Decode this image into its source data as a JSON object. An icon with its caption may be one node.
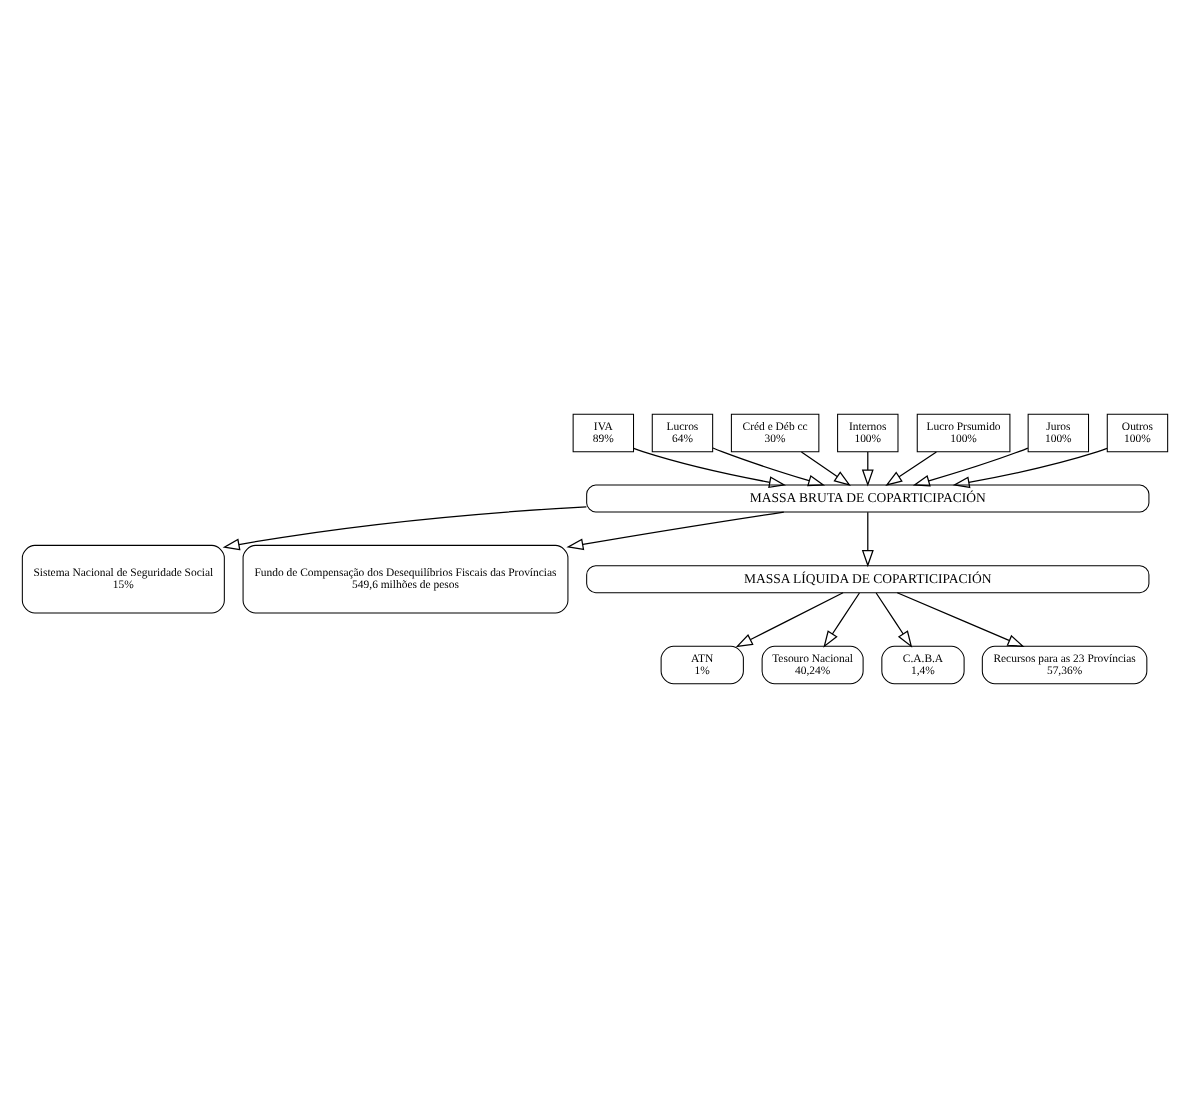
{
  "diagram": {
    "nodes": [
      {
        "text": [
          "IVA",
          "89%"
        ]
      },
      {
        "text": [
          "Lucros",
          "64%"
        ]
      },
      {
        "text": [
          "Créd e Déb cc",
          "30%"
        ]
      },
      {
        "text": [
          "Internos",
          "100%"
        ]
      },
      {
        "text": [
          "Lucro Prsumido",
          "100%"
        ]
      },
      {
        "text": [
          "Juros",
          "100%"
        ]
      },
      {
        "text": [
          "Outros",
          "100%"
        ]
      },
      {
        "text": [
          "MASSA BRUTA DE COPARTICIPACIÓN"
        ]
      },
      {
        "text": [
          "Sistema Nacional de Seguridade Social",
          "15%"
        ]
      },
      {
        "text": [
          "Fundo de Compensação dos Desequilíbrios Fiscais das Províncias",
          "549,6 milhões de pesos"
        ]
      },
      {
        "text": [
          "MASSA LÍQUIDA DE COPARTICIPACIÓN"
        ]
      },
      {
        "text": [
          "ATN",
          "1%"
        ]
      },
      {
        "text": [
          "Tesouro Nacional",
          "40,24%"
        ]
      },
      {
        "text": [
          "C.A.B.A",
          "1,4%"
        ]
      },
      {
        "text": [
          "Recursos para as 23 Províncias",
          "57,36%"
        ]
      }
    ],
    "edges": [
      {
        "from": 0,
        "to": 7,
        "arrow": "to"
      },
      {
        "from": 1,
        "to": 7,
        "arrow": "to"
      },
      {
        "from": 2,
        "to": 7,
        "arrow": "to"
      },
      {
        "from": 3,
        "to": 7,
        "arrow": "to"
      },
      {
        "from": 4,
        "to": 7,
        "arrow": "to"
      },
      {
        "from": 5,
        "to": 7,
        "arrow": "to"
      },
      {
        "from": 6,
        "to": 7,
        "arrow": "to"
      },
      {
        "from": 7,
        "to": 8,
        "arrow": "to"
      },
      {
        "from": 7,
        "to": 10,
        "arrow": "to"
      },
      {
        "from": 7,
        "to": 9,
        "arrow": "to"
      },
      {
        "from": 10,
        "to": 11,
        "arrow": "to"
      },
      {
        "from": 10,
        "to": 12,
        "arrow": "to"
      },
      {
        "from": 10,
        "to": 13,
        "arrow": "to"
      },
      {
        "from": 10,
        "to": 14,
        "arrow": "to"
      }
    ]
  }
}
